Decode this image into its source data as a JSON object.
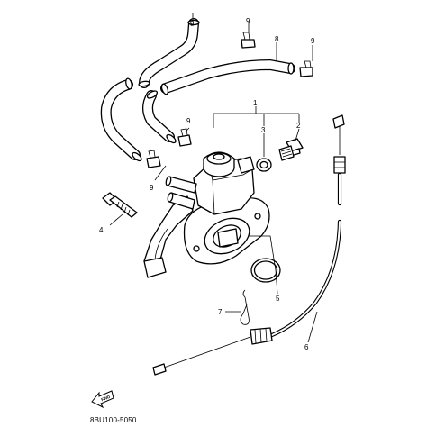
{
  "diagram": {
    "callouts": {
      "pump_assembly": "1",
      "bleed_screw": "2",
      "gasket_washer": "3",
      "mounting_bolt": "4",
      "o_ring": "5",
      "control_cable": "6",
      "clip": "7",
      "hose_upper": "8",
      "hose_lower": "8",
      "clamp_a": "9",
      "clamp_b": "9",
      "clamp_c": "9",
      "clamp_d": "9"
    },
    "forward_arrow_label": "FWD",
    "drawing_code": "8BU100-5050"
  }
}
